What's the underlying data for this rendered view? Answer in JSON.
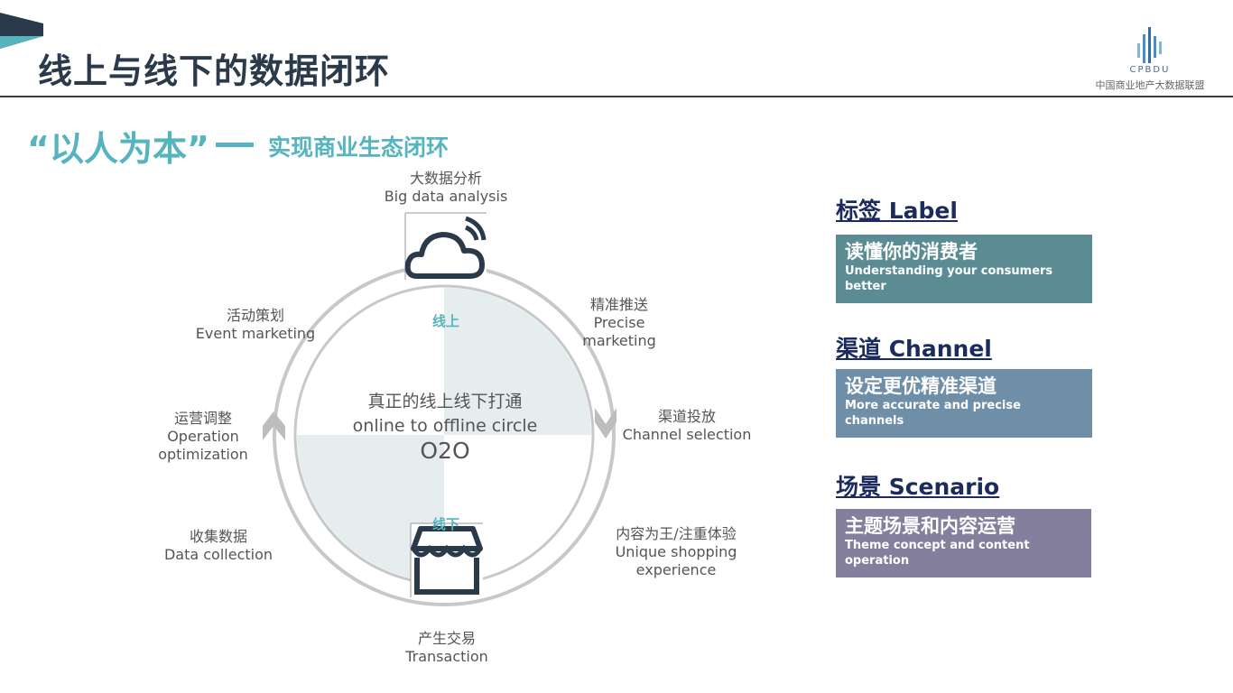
{
  "header": {
    "title": "线上与线下的数据闭环",
    "logo_abbr": "CPBDU",
    "logo_name": "中国商业地产大数据联盟"
  },
  "subtitle": {
    "main": "“以人为本”",
    "sub": "实现商业生态闭环"
  },
  "diagram": {
    "center_zh": "真正的线上线下打通",
    "center_en": "online to offline circle",
    "center_abbr": "O2O",
    "online_tag": "线上",
    "offline_tag": "线下",
    "steps": [
      {
        "zh": "大数据分析",
        "en": "Big data analysis"
      },
      {
        "zh": "精准推送",
        "en": "Precise marketing"
      },
      {
        "zh": "渠道投放",
        "en": "Channel selection"
      },
      {
        "zh": "内容为王/注重体验",
        "en": "Unique shopping experience"
      },
      {
        "zh": "产生交易",
        "en": "Transaction"
      },
      {
        "zh": "收集数据",
        "en": "Data collection"
      },
      {
        "zh": "运营调整",
        "en": "Operation optimization"
      },
      {
        "zh": "活动策划",
        "en": "Event marketing"
      }
    ],
    "icons": {
      "top": "cloud-wifi-icon",
      "bottom": "storefront-icon"
    }
  },
  "sections": [
    {
      "heading": "标签 Label",
      "zh": "读懂你的消费者",
      "en": "Understanding your consumers better",
      "color": "#5b8c94"
    },
    {
      "heading": "渠道 Channel",
      "zh": "设定更优精准渠道",
      "en": "More accurate and precise channels",
      "color": "#6f8fa8"
    },
    {
      "heading": "场景 Scenario",
      "zh": "主题场景和内容运营",
      "en": "Theme concept and content operation",
      "color": "#847f9c"
    }
  ],
  "colors": {
    "accent": "#55b4bd",
    "title": "#2b3a4a",
    "heading": "#1c2b5e",
    "quadrant": "#e6edee",
    "ring": "#c8c8c8"
  }
}
